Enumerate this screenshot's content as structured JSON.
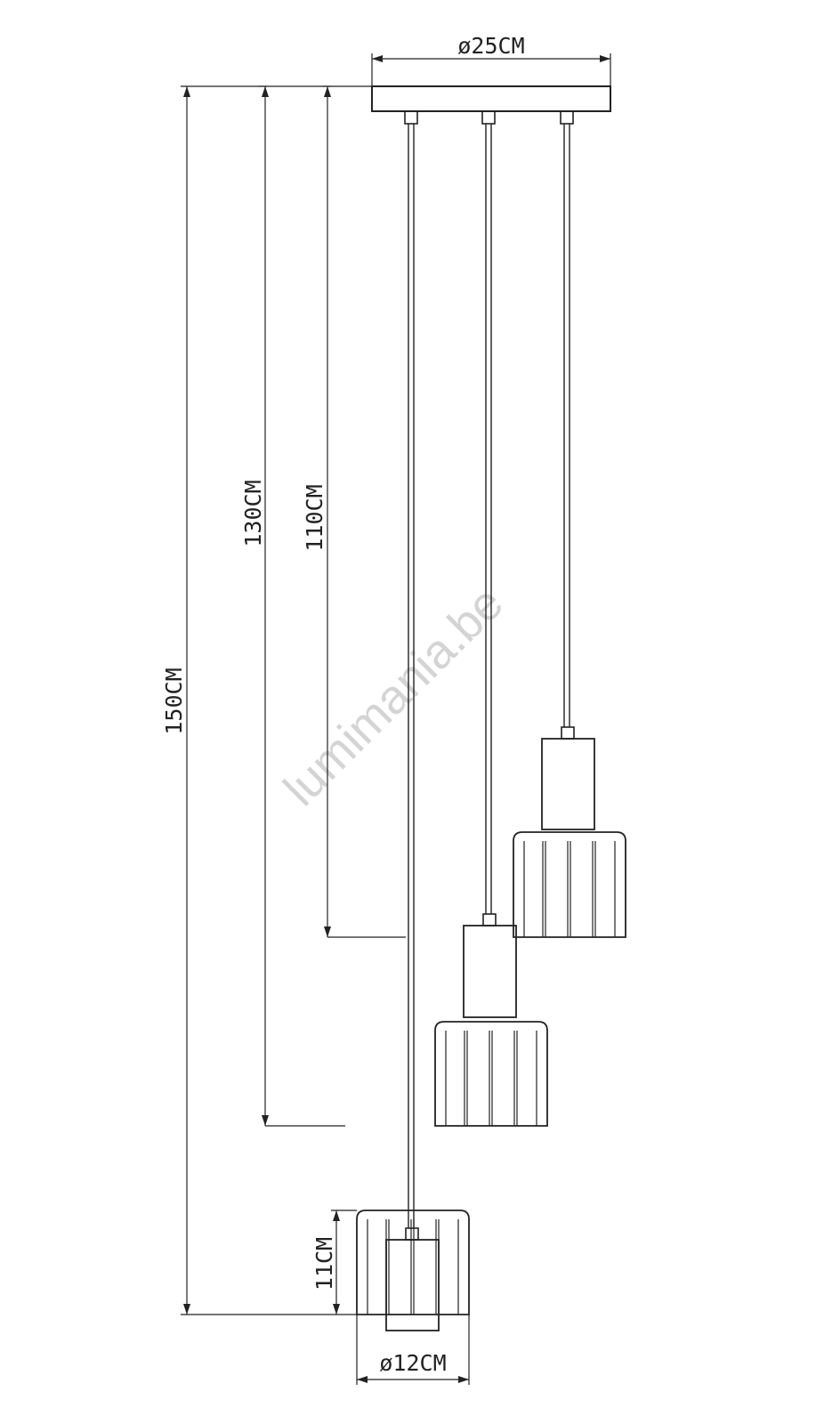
{
  "dimensions": {
    "canopy_diameter": "ø25CM",
    "drop_150": "150CM",
    "drop_130": "130CM",
    "drop_110": "110CM",
    "shade_height": "11CM",
    "shade_diameter": "ø12CM"
  },
  "watermark": "lumimania.be"
}
